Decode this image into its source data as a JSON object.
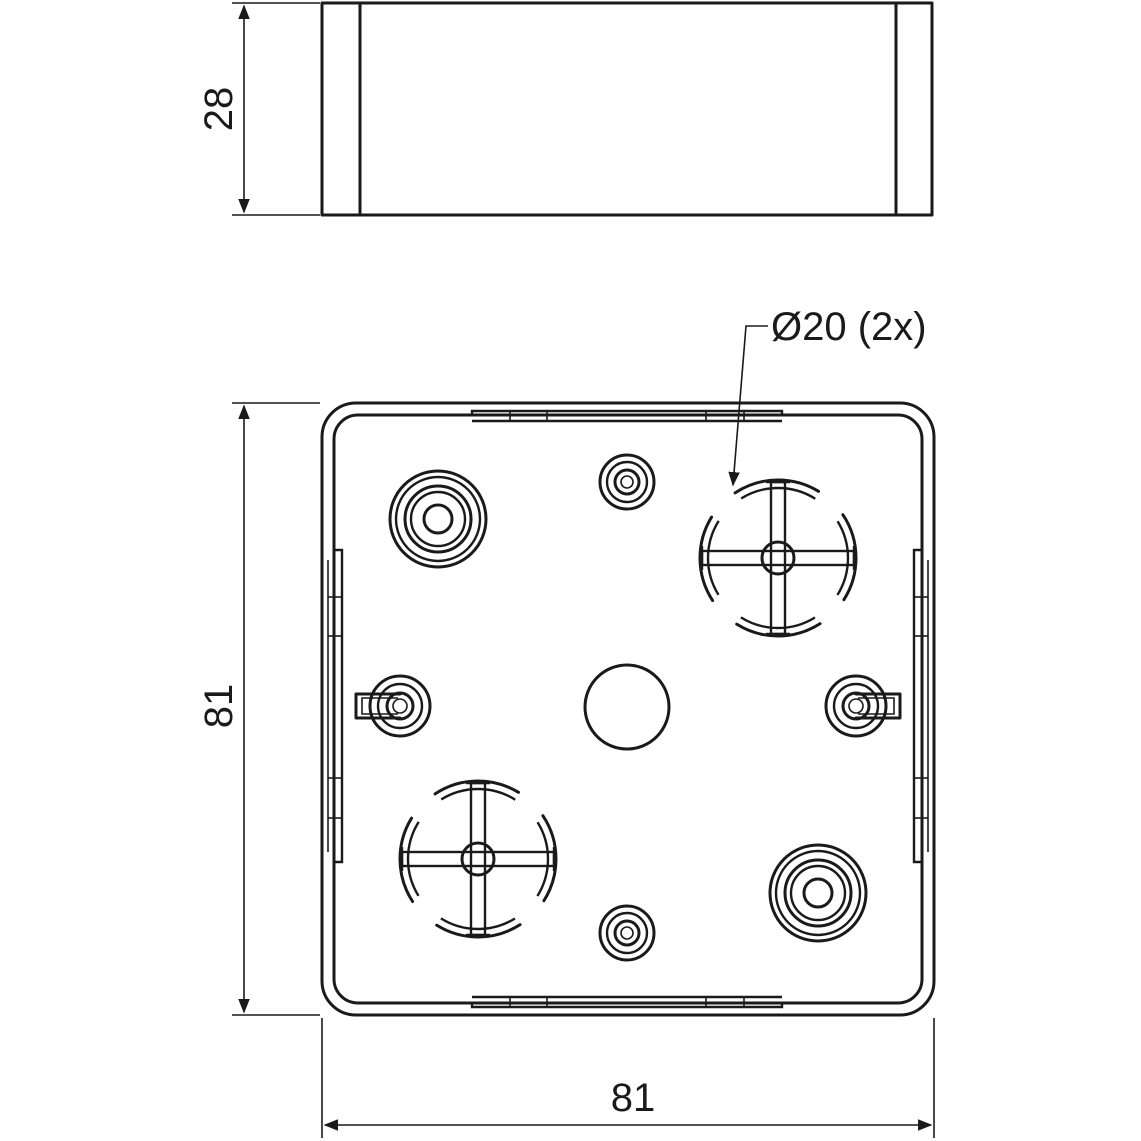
{
  "drawing": {
    "dimensions": {
      "side_height": "28",
      "front_height": "81",
      "front_width": "81",
      "knockout_callout": "Ø20 (2x)"
    },
    "colors": {
      "line": "#1a1a1a",
      "background": "#ffffff"
    }
  }
}
